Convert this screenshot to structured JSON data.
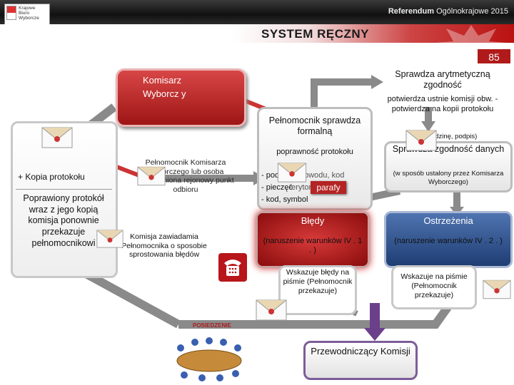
{
  "header": {
    "logo_text": "Krajowe Biuro Wyborcze",
    "title_bold": "Referendum",
    "title_rest": " Ogólnokrajowe 2015"
  },
  "title": "SYSTEM RĘCZNY",
  "slide_number": "85",
  "komisarz": "Komisarz Wyborcz y",
  "left_box": {
    "kopia": "+ Kopia protokołu",
    "poprawiony": "Poprawiony protokół wraz z jego kopią komisja ponownie przekazuje pełnomocnikowi"
  },
  "pelnomocnik_komisarza": "Pełnomocnik Komisarza Wyborczego lub osoba upoważniona rejonowy punkt odbioru",
  "komisja_note": "Komisja zawiadamia Pełnomocnika o sposobie sprostowania błędów",
  "formal": {
    "title": "Pełnomocnik sprawdza formalną",
    "body": "poprawność protokołu",
    "items": [
      "- podpisy",
      "- pieczęć",
      "- kod, symbol"
    ],
    "items_overlap": [
      "obwodu, kod",
      "terytor."
    ],
    "parafy": "parafy"
  },
  "arytm": {
    "title": "Sprawdza arytmetyczną zgodność",
    "body": "potwierdza ustnie komisji obw. - potwierdza na kopii protokołu",
    "note": "(date, godzinę, podpis)"
  },
  "zgodnosc": {
    "title": "Sprawdza zgodność danych",
    "note": "(w sposób ustalony przez Komisarza Wyborczego)"
  },
  "bledy": {
    "title": "Błędy",
    "note": "(naruszenie warunków IV . 1 . )",
    "wskazuje": "Wskazuje błędy na piśmie (Pełnomocnik przekazuje)"
  },
  "ostrzezenia": {
    "title": "Ostrzeżenia",
    "note": "(naruszenie warunków IV . 2 . )",
    "wskazuje": "Wskazuje na piśmie (Pełnomocnik przekazuje)"
  },
  "posiedzenie": "POSIEDZENIE",
  "przewodniczacy": "Przewodniczący Komisji",
  "colors": {
    "red": "#b01a1a",
    "blue": "#2a4f8c",
    "gray": "#7a7a7a",
    "purple": "#6b3f8a"
  }
}
